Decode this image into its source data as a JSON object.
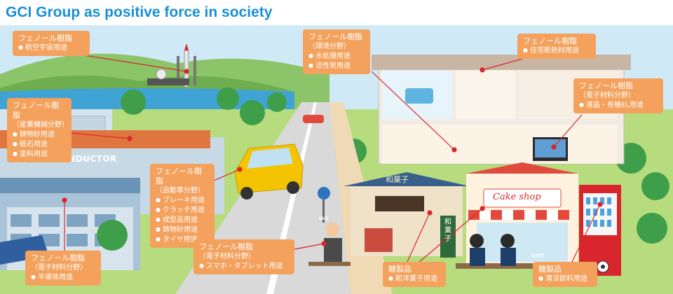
{
  "title": "GCI Group as positive force in society",
  "colors": {
    "title": "#1a8fd4",
    "callout": "#f3a15c",
    "leader": "#d9262c",
    "sky": "#c8e8f5",
    "grass": "#a8d46f"
  },
  "callouts": {
    "aerospace": {
      "title": "フェノール樹脂",
      "items": [
        "航空宇宙用途"
      ]
    },
    "industrial": {
      "title": "フェノール樹脂",
      "sub": "（産業機械分野）",
      "items": [
        "鋳物砂用途",
        "砥石用途",
        "塗料用途"
      ]
    },
    "environment": {
      "title": "フェノール樹脂",
      "sub": "（環境分野）",
      "items": [
        "水処理用途",
        "活性炭用途"
      ]
    },
    "housing": {
      "title": "フェノール樹脂",
      "items": [
        "住宅断熱材用途"
      ]
    },
    "display": {
      "title": "フェノール樹脂",
      "sub": "（電子材料分野）",
      "items": [
        "液晶・有機EL用途"
      ]
    },
    "automotive": {
      "title": "フェノール樹脂",
      "sub": "（自動車分野）",
      "items": [
        "ブレーキ用途",
        "クラッチ用途",
        "成型品用途",
        "鋳物砂用途",
        "タイヤ用途"
      ]
    },
    "semiconductor": {
      "title": "フェノール樹脂",
      "sub": "（電子材料分野）",
      "items": [
        "半導体用途"
      ]
    },
    "smartphone": {
      "title": "フェノール樹脂",
      "sub": "（電子材料分野）",
      "items": [
        "スマホ・タブレット用途"
      ]
    },
    "wagashi": {
      "title": "糖製品",
      "items": [
        "和洋菓子用途"
      ]
    },
    "beverage": {
      "title": "糖製品",
      "items": [
        "清涼飲料用途"
      ]
    }
  },
  "signs": {
    "factory": "○○SEMICONDUCTOR",
    "wagashi_roof": "和菓子",
    "wagashi_banner": "和菓子",
    "cake_shop": "Cake shop",
    "bus_stop": "BUS",
    "cake_board": "CAKE"
  },
  "icons": [
    "rocket-icon",
    "car-icon",
    "bus-stop-icon",
    "vending-machine-icon",
    "soccer-ball-icon"
  ]
}
